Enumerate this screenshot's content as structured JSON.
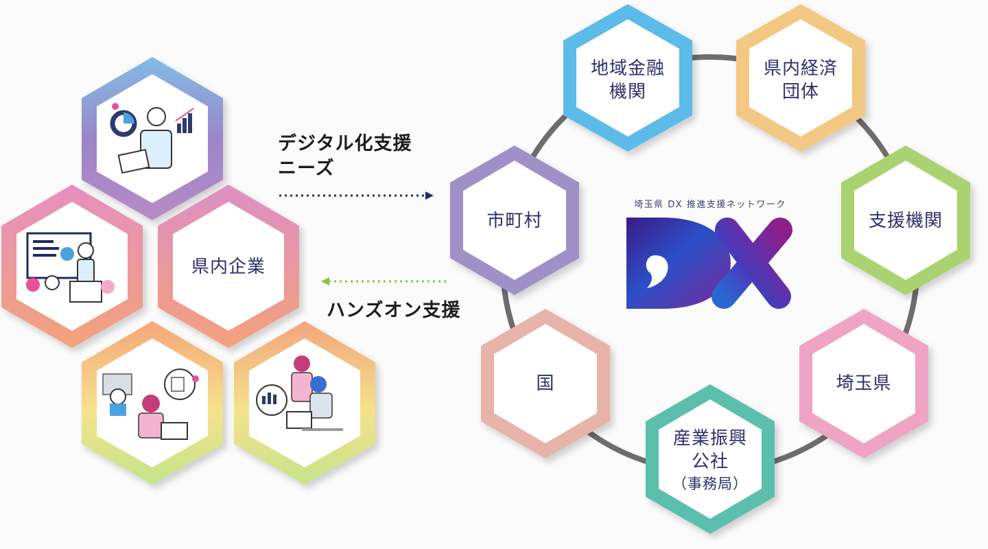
{
  "left_cluster": {
    "center_label": "県内企業"
  },
  "flows": {
    "needs_line1": "デジタル化支援",
    "needs_line2": "ニーズ",
    "handson": "ハンズオン支援"
  },
  "network": {
    "subtitle": "埼玉県 DX 推進支援ネットワーク",
    "logo_text": "DX",
    "nodes": {
      "finance_line1": "地域金融",
      "finance_line2": "機関",
      "economic_line1": "県内経済",
      "economic_line2": "団体",
      "support": "支援機関",
      "prefecture": "埼玉県",
      "promotion_line1": "産業振興",
      "promotion_line2": "公社",
      "promotion_line3": "（事務局）",
      "country": "国",
      "municipality": "市町村"
    }
  },
  "colors": {
    "finance": "#5bbbe8",
    "economic": "#f3c882",
    "support": "#a9d36f",
    "prefecture": "#eea4c2",
    "promotion": "#5cbfad",
    "country": "#e8b3a8",
    "municipality": "#9f90c8",
    "ring": "#6d6d6d",
    "arrow_needs": "#24267a",
    "arrow_handson": "#8cc63f"
  }
}
